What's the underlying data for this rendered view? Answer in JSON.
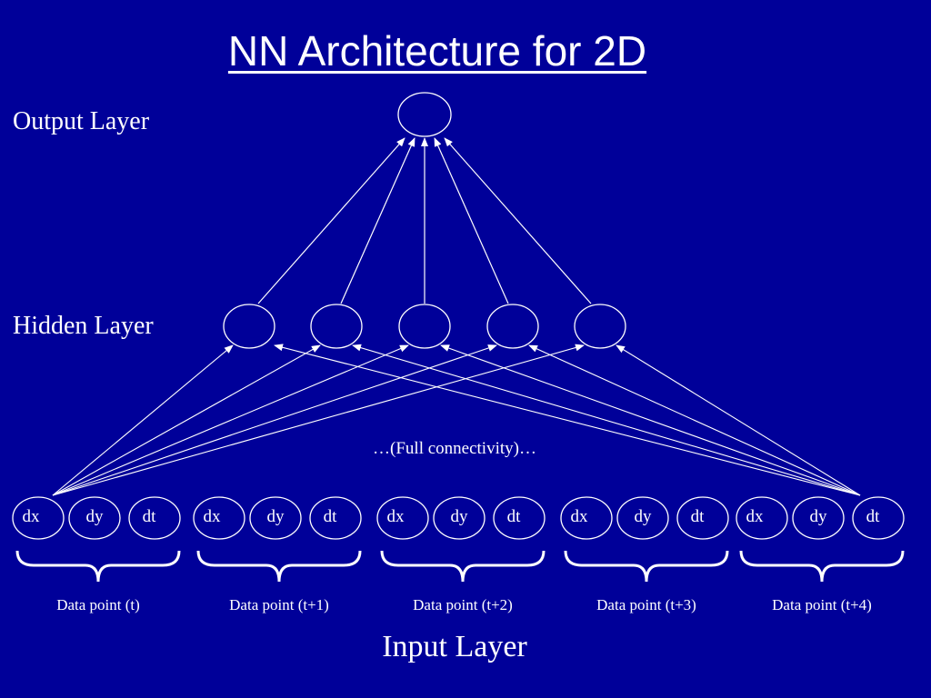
{
  "slide": {
    "title": "NN Architecture for 2D",
    "background_color": "#000099",
    "line_color": "#ffffff"
  },
  "layers": {
    "output_label": "Output Layer",
    "hidden_label": "Hidden Layer",
    "input_label": "Input Layer"
  },
  "output_node_count": 1,
  "hidden_node_count": 5,
  "connectivity_note": "…(Full connectivity)…",
  "data_points": [
    {
      "label": "Data point (t)",
      "inputs": [
        "dx",
        "dy",
        "dt"
      ]
    },
    {
      "label": "Data point (t+1)",
      "inputs": [
        "dx",
        "dy",
        "dt"
      ]
    },
    {
      "label": "Data point (t+2)",
      "inputs": [
        "dx",
        "dy",
        "dt"
      ]
    },
    {
      "label": "Data point (t+3)",
      "inputs": [
        "dx",
        "dy",
        "dt"
      ]
    },
    {
      "label": "Data point (t+4)",
      "inputs": [
        "dx",
        "dy",
        "dt"
      ]
    }
  ]
}
